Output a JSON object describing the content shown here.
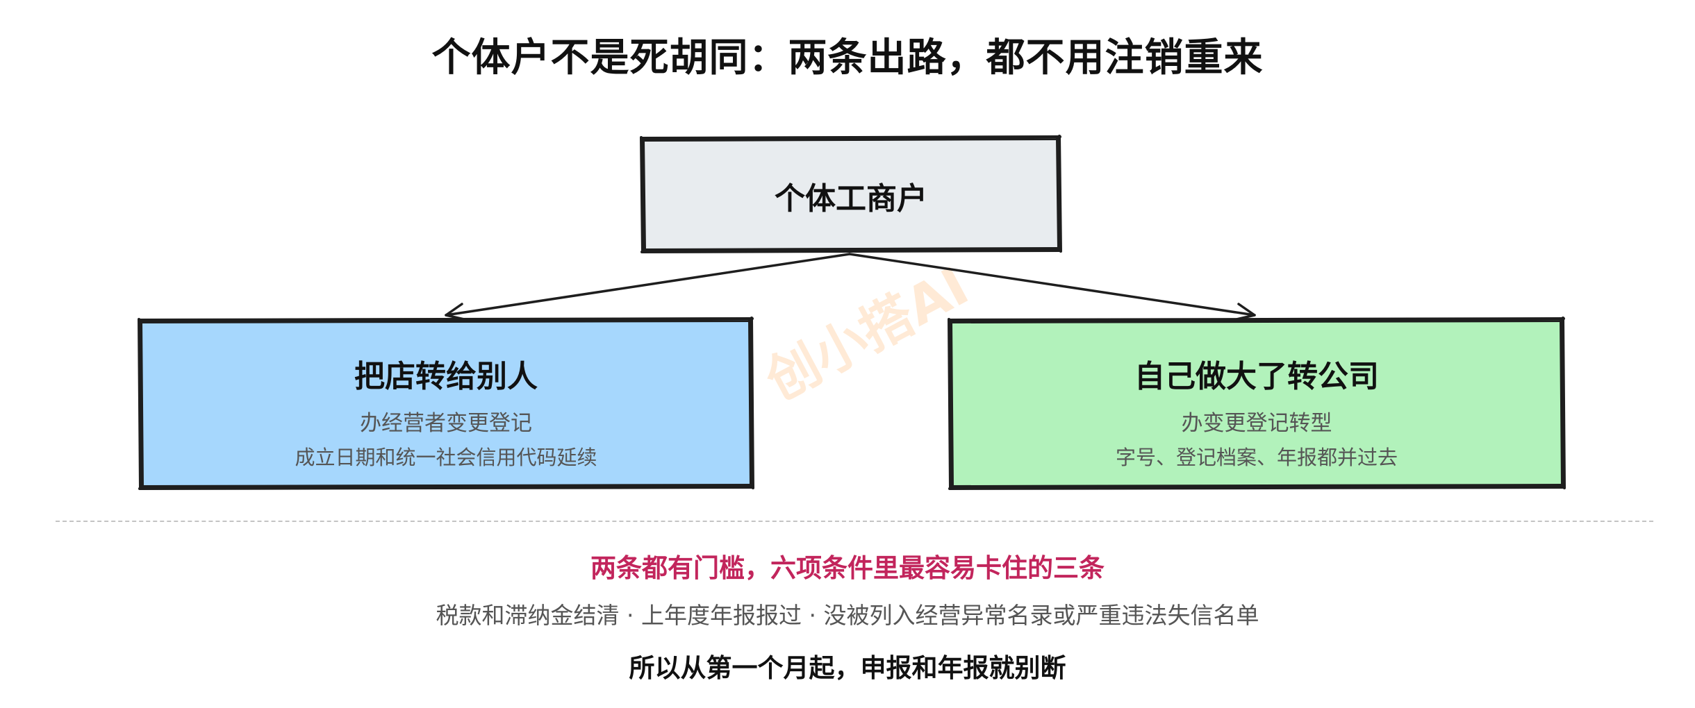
{
  "title": "个体户不是死胡同：两条出路，都不用注销重来",
  "watermark": "创小搭AI",
  "diagram": {
    "root": {
      "label": "个体工商户",
      "fill": "#e8ecef"
    },
    "branches": [
      {
        "heading": "把店转给别人",
        "line1": "办经营者变更登记",
        "line2": "成立日期和统一社会信用代码延续",
        "fill": "#a6d7fd"
      },
      {
        "heading": "自己做大了转公司",
        "line1": "办变更登记转型",
        "line2": "字号、登记档案、年报都并过去",
        "fill": "#b2f2bb"
      }
    ]
  },
  "notes": {
    "heading": "两条都有门槛，六项条件里最容易卡住的三条",
    "body": "税款和滞纳金结清 · 上年度年报报过 · 没被列入经营异常名录或严重违法失信名单",
    "footer": "所以从第一个月起，申报和年报就别断"
  },
  "colors": {
    "accent": "#c2255c",
    "stroke": "#1e1e1e"
  }
}
